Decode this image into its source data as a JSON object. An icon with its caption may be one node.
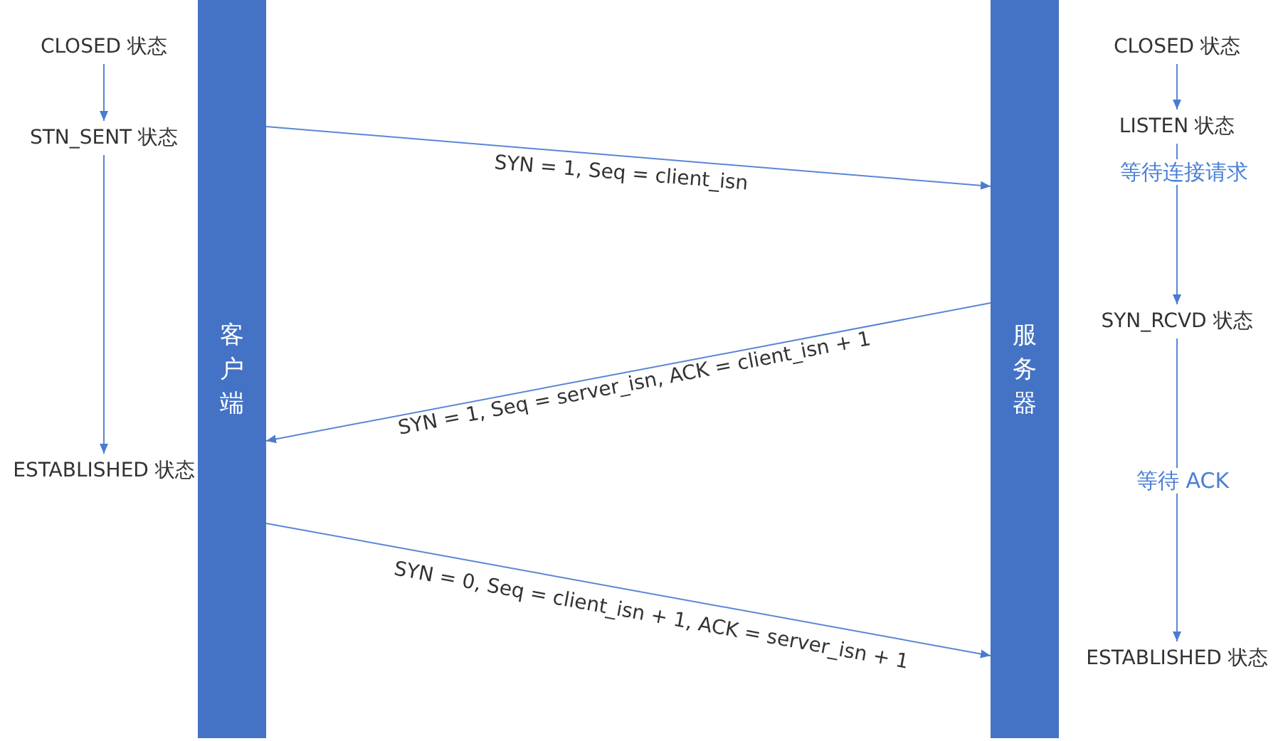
{
  "diagram": {
    "nodes": [
      {
        "text": [
          "CLOSED 状态"
        ]
      },
      {
        "text": [
          "STN_SENT 状态"
        ]
      },
      {
        "text": [
          "ESTABLISHED 状态"
        ]
      },
      {
        "text": [
          "客户端"
        ]
      },
      {
        "text": [
          "服务器"
        ]
      },
      {
        "text": [
          "CLOSED 状态"
        ]
      },
      {
        "text": [
          "LISTEN 状态"
        ]
      },
      {
        "text": [
          "SYN_RCVD 状态"
        ]
      },
      {
        "text": [
          "ESTABLISHED 状态"
        ]
      }
    ],
    "edges": [
      {
        "from": 0,
        "to": 1,
        "arrow": "to"
      },
      {
        "from": 1,
        "to": 2,
        "arrow": "to"
      },
      {
        "from": 5,
        "to": 6,
        "arrow": "to"
      },
      {
        "from": 6,
        "to": 7,
        "arrow": "to",
        "label": "等待连接请求"
      },
      {
        "from": 7,
        "to": 8,
        "arrow": "to",
        "label": "等待 ACK"
      },
      {
        "from": 3,
        "to": 4,
        "arrow": "to",
        "label": "SYN = 1, Seq = client_isn"
      },
      {
        "from": 4,
        "to": 3,
        "arrow": "to",
        "label": "SYN = 1, Seq = server_isn, ACK = client_isn + 1"
      },
      {
        "from": 3,
        "to": 4,
        "arrow": "to",
        "label": "SYN = 0, Seq = client_isn + 1, ACK = server_isn + 1"
      }
    ]
  }
}
